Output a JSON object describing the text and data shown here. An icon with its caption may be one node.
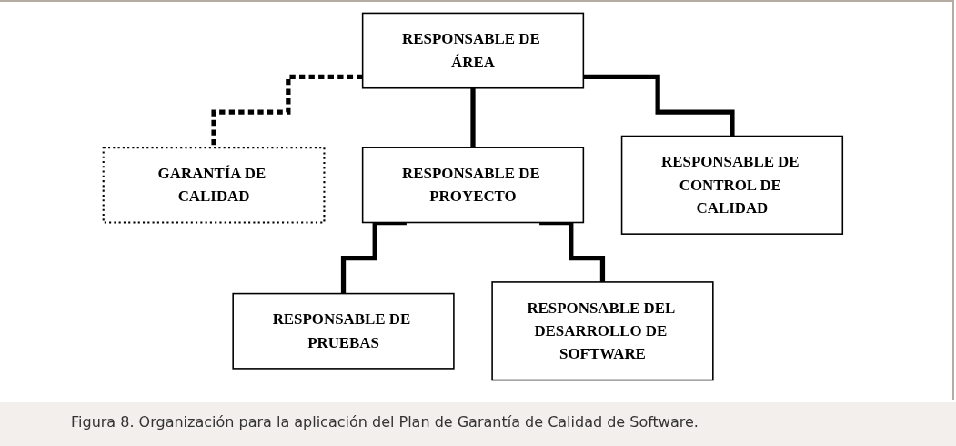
{
  "diagram": {
    "caption": "Figura 8. Organización para la aplicación del Plan de Garantía de Calidad de Software.",
    "nodes": [
      {
        "text": [
          "RESPONSABLE DE ÁREA"
        ]
      },
      {
        "text": [
          "GARANTÍA DE CALIDAD"
        ]
      },
      {
        "text": [
          "RESPONSABLE DE PROYECTO"
        ]
      },
      {
        "text": [
          "RESPONSABLE DE CONTROL DE CALIDAD"
        ]
      },
      {
        "text": [
          "RESPONSABLE DE PRUEBAS"
        ]
      },
      {
        "text": [
          "RESPONSABLE DEL DESARROLLO DE SOFTWARE"
        ]
      }
    ],
    "edges": [
      {
        "from": 0,
        "to": 1,
        "arrow": "none",
        "style": "dashed"
      },
      {
        "from": 0,
        "to": 2,
        "arrow": "none"
      },
      {
        "from": 0,
        "to": 3,
        "arrow": "none"
      },
      {
        "from": 2,
        "to": 4,
        "arrow": "none"
      },
      {
        "from": 2,
        "to": 5,
        "arrow": "none"
      }
    ]
  }
}
